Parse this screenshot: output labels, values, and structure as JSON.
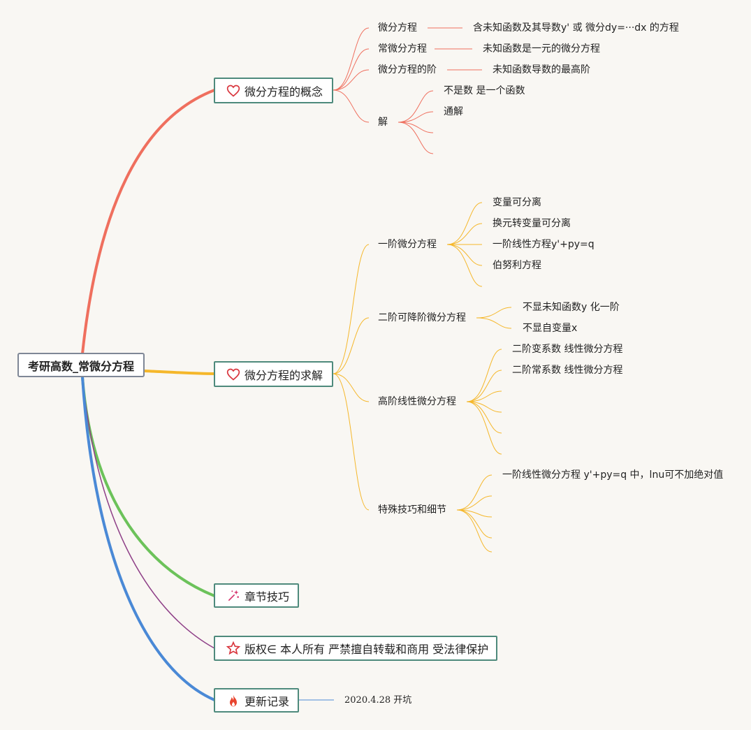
{
  "root": {
    "label": "考研高数_常微分方程"
  },
  "topics": {
    "concept": {
      "label": "微分方程的概念",
      "icon": "heart-icon",
      "color": "#ef6f5e",
      "children": {
        "wffc": {
          "label": "微分方程",
          "desc": "含未知函数及其导数y' 或 微分dy=···dx 的方程"
        },
        "cwffc": {
          "label": "常微分方程",
          "desc": "未知函数是一元的微分方程"
        },
        "jie_order": {
          "label": "微分方程的阶",
          "desc": "未知函数导数的最高阶"
        },
        "jie": {
          "label": "解",
          "items": [
            "不是数  是一个函数",
            "通解",
            "",
            ""
          ]
        }
      }
    },
    "solve": {
      "label": "微分方程的求解",
      "icon": "heart-icon",
      "color": "#f5b72a",
      "children": {
        "first": {
          "label": "一阶微分方程",
          "items": [
            "变量可分离",
            "换元转变量可分离",
            "一阶线性方程y'+py=q",
            "伯努利方程",
            ""
          ]
        },
        "second": {
          "label": "二阶可降阶微分方程",
          "items": [
            "不显未知函数y 化一阶",
            "不显自变量x"
          ]
        },
        "high": {
          "label": "高阶线性微分方程",
          "items": [
            "二阶变系数 线性微分方程",
            "二阶常系数 线性微分方程",
            "",
            "",
            "",
            ""
          ]
        },
        "special": {
          "label": "特殊技巧和细节",
          "items": [
            "一阶线性微分方程 y'+py=q 中，lnu可不加绝对值",
            "",
            "",
            "",
            ""
          ]
        }
      }
    },
    "tips": {
      "label": "章节技巧",
      "icon": "sparkle-wand-icon",
      "color": "#6cc25a"
    },
    "copyright": {
      "label": "版权∈ 本人所有 严禁擅自转载和商用 受法律保护",
      "icon": "star-icon",
      "color": "#8e3f87"
    },
    "log": {
      "label": "更新记录",
      "icon": "fire-icon",
      "color": "#4a89d6",
      "entry": "2020.4.28 开坑"
    }
  }
}
